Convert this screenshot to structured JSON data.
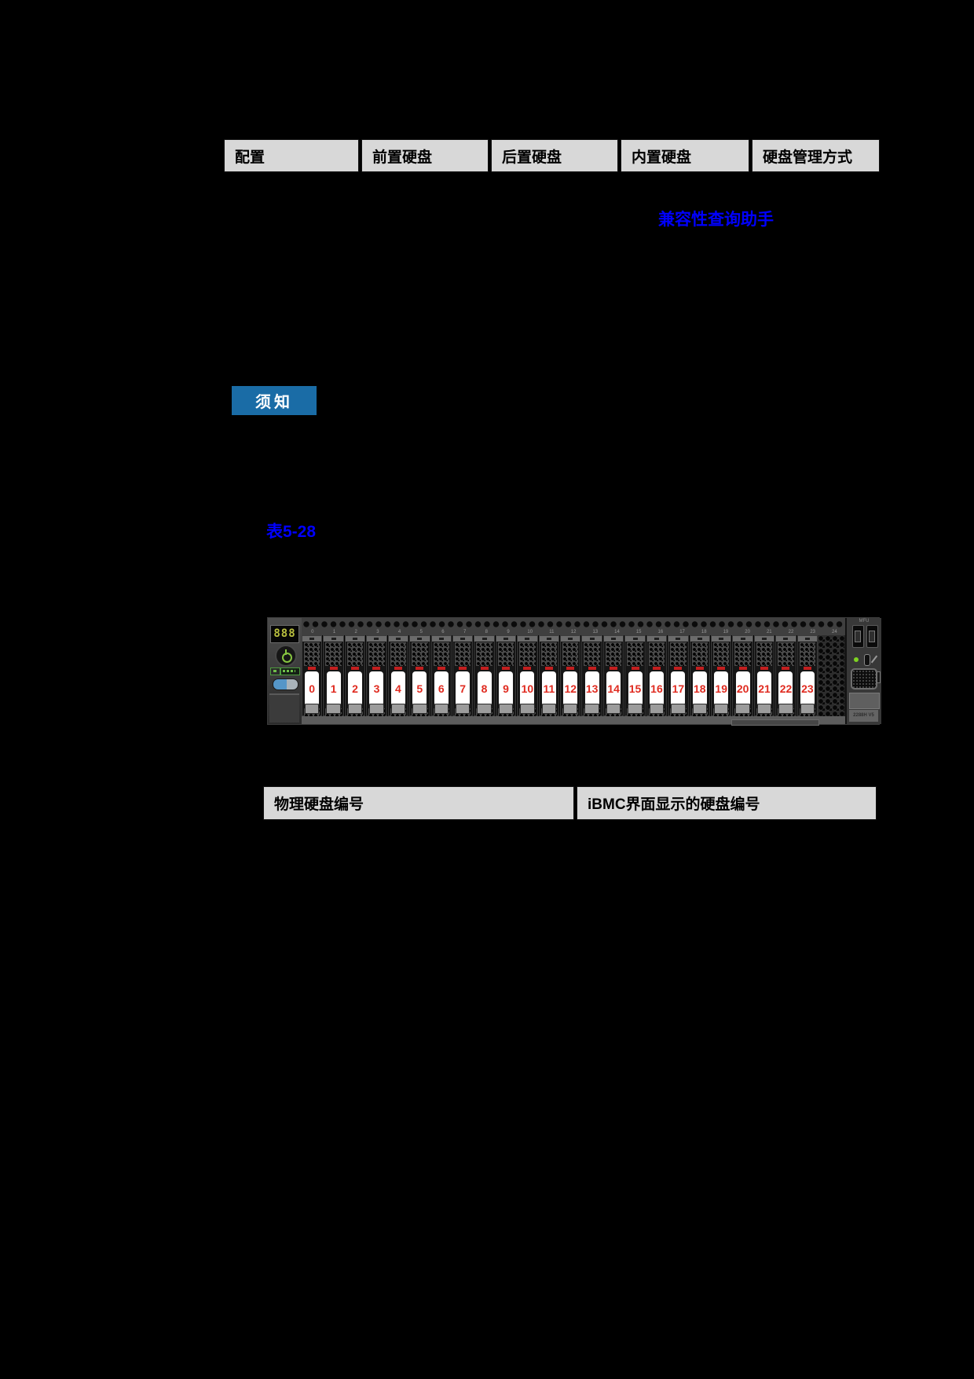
{
  "config_table": {
    "headers": [
      "配置",
      "前置硬盘",
      "后置硬盘",
      "内置硬盘",
      "硬盘管理方式"
    ],
    "header_bg": "#d8d8d8"
  },
  "compatibility_link": {
    "label": "兼容性查询助手",
    "color": "#0000ff"
  },
  "notice_badge": {
    "label": "须知",
    "bg": "#1a6ca6",
    "text_color": "#ffffff"
  },
  "table_ref_link": {
    "label": "表5-28",
    "color": "#0000ff"
  },
  "server_panel": {
    "seven_segment_text": "888",
    "drive_numbers": [
      "0",
      "1",
      "2",
      "3",
      "4",
      "5",
      "6",
      "7",
      "8",
      "9",
      "10",
      "11",
      "12",
      "13",
      "14",
      "15",
      "16",
      "17",
      "18",
      "19",
      "20",
      "21",
      "22",
      "23"
    ],
    "bay_index_labels": [
      "0",
      "1",
      "2",
      "3",
      "4",
      "5",
      "6",
      "7",
      "8",
      "9",
      "10",
      "11",
      "12",
      "13",
      "14",
      "15",
      "16",
      "17",
      "18",
      "19",
      "20",
      "21",
      "22",
      "23",
      "24"
    ],
    "drive_number_color": "#e02b20",
    "usb_area_label": "MFU",
    "model_label": "2288H V5"
  },
  "drive_table": {
    "headers": [
      "物理硬盘编号",
      "iBMC界面显示的硬盘编号"
    ],
    "header_bg": "#d8d8d8"
  }
}
